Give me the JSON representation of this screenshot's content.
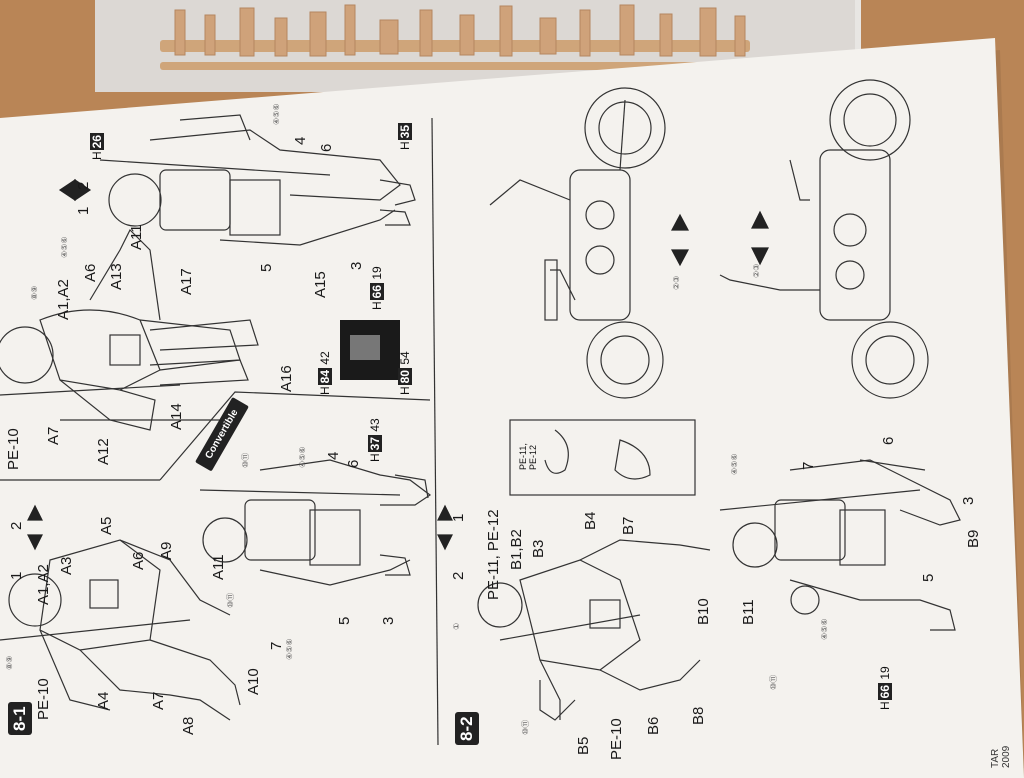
{
  "steps": {
    "s81": "8-1",
    "s82": "8-2"
  },
  "convertible": "Convertible",
  "footer": "TAR 2009",
  "labels_top": {
    "pe10_top": "PE-10",
    "a1a2_top": "A1,A2",
    "a6_top": "A6",
    "a13": "A13",
    "a17": "A17",
    "a11_top": "A11",
    "n1_top": "1",
    "n2_top": "2",
    "n4_top": "4",
    "n6_top": "6",
    "n5_top": "5",
    "n3_top": "3",
    "a15": "A15",
    "a16": "A16",
    "a14": "A14",
    "a12": "A12",
    "a7_top": "A7"
  },
  "labels_81": {
    "n1": "1",
    "n2": "2",
    "a1a2": "A1,A2",
    "a3": "A3",
    "a5": "A5",
    "a6": "A6",
    "a9": "A9",
    "pe10": "PE-10",
    "a4": "A4",
    "a7": "A7",
    "a8": "A8",
    "a10": "A10",
    "a11": "A11",
    "n4": "4",
    "n6": "6",
    "n5": "5",
    "n3": "3",
    "n7": "7"
  },
  "labels_82": {
    "n1": "1",
    "n2": "2",
    "pe11pe12": "PE-11, PE-12",
    "b1b2": "B1,B2",
    "b3": "B3",
    "b4": "B4",
    "b7": "B7",
    "b10": "B10",
    "b5": "B5",
    "pe10": "PE-10",
    "b6": "B6",
    "b8": "B8",
    "b11": "B11",
    "n3": "3",
    "n5": "5",
    "n6": "6",
    "b9": "B9",
    "n7": "7"
  },
  "inset": {
    "parts": "PE-11,\nPE-12"
  },
  "codes": {
    "h_top1": {
      "prefix": "H",
      "num": "26"
    },
    "h_top2": {
      "prefix": "H",
      "num": "35"
    },
    "h84": {
      "prefix": "H",
      "num": "84",
      "val": "42"
    },
    "h66a": {
      "prefix": "H",
      "num": "66",
      "val": "19"
    },
    "h80": {
      "prefix": "H",
      "num": "80",
      "val": "54"
    },
    "h37": {
      "prefix": "H",
      "num": "37",
      "val": "43"
    },
    "h66b": {
      "prefix": "H",
      "num": "66",
      "val": "19"
    }
  },
  "circled": {
    "c456": "④⑤⑥",
    "c89": "⑧⑨",
    "c1011": "⑩⑪",
    "c23": "②③",
    "c7": "⑦",
    "c1": "①"
  }
}
